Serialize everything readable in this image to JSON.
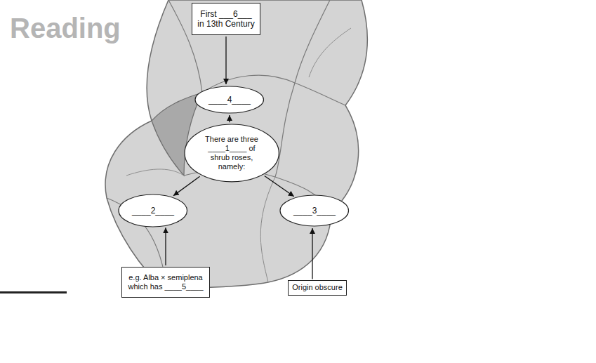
{
  "diagram": {
    "nodes": [
      {
        "text": [
          "First ___6___ in 13th Century"
        ]
      },
      {
        "text": [
          "____4____"
        ]
      },
      {
        "text": [
          "There are three ____1____ of shrub roses, namely:"
        ]
      },
      {
        "text": [
          "____2____"
        ]
      },
      {
        "text": [
          "____3____"
        ]
      },
      {
        "text": [
          "e.g. Alba × semiplena which has ____5____"
        ]
      },
      {
        "text": [
          "Origin obscure"
        ]
      }
    ],
    "edges": [
      {
        "from": 0,
        "to": 1,
        "arrow": "to"
      },
      {
        "from": 2,
        "to": 1,
        "arrow": "to"
      },
      {
        "from": 2,
        "to": 3,
        "arrow": "to"
      },
      {
        "from": 2,
        "to": 4,
        "arrow": "to"
      },
      {
        "from": 5,
        "to": 3,
        "arrow": "to"
      },
      {
        "from": 6,
        "to": 4,
        "arrow": "to"
      }
    ],
    "labels": [
      "Reading"
    ]
  }
}
